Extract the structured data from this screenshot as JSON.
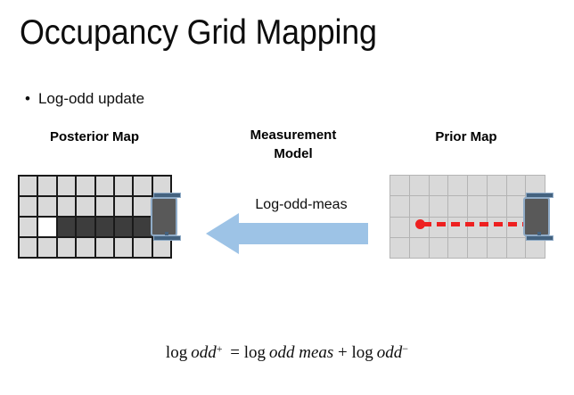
{
  "slide": {
    "title": "Occupancy Grid Mapping",
    "bullet_marker": "•",
    "bullet_text": "Log-odd update"
  },
  "headings": {
    "posterior": "Posterior Map",
    "measurement_line1": "Measurement",
    "measurement_line2": "Model",
    "prior": "Prior Map"
  },
  "arrow": {
    "label": "Log-odd-meas",
    "direction": "left",
    "color": "#9dc3e6"
  },
  "formula": {
    "log1": "log",
    "odd1": "odd",
    "sup1": "+",
    "equals": "=",
    "log2": "log",
    "odd2": "odd meas",
    "plus": "+",
    "log3": "log",
    "odd3": "odd",
    "sup3": "−",
    "plain": "log odd+ = log odd meas + log odd−"
  },
  "posterior_map": {
    "rows": 4,
    "cols": 8,
    "gridline_color": "#1a1a1a",
    "cells": [
      [
        "light",
        "light",
        "light",
        "light",
        "light",
        "light",
        "light",
        "light"
      ],
      [
        "light",
        "light",
        "light",
        "light",
        "light",
        "light",
        "light",
        "light"
      ],
      [
        "light",
        "white",
        "dark",
        "dark",
        "dark",
        "dark",
        "dark",
        "dark"
      ],
      [
        "light",
        "light",
        "light",
        "light",
        "light",
        "light",
        "light",
        "light"
      ]
    ],
    "legend": {
      "light": "#d9d9d9",
      "white": "#ffffff",
      "dark": "#3d3d3d"
    }
  },
  "prior_map": {
    "rows": 4,
    "cols": 8,
    "gridline_color": "#b4b4b4",
    "cells": [
      [
        "light",
        "light",
        "light",
        "light",
        "light",
        "light",
        "light",
        "light"
      ],
      [
        "light",
        "light",
        "light",
        "light",
        "light",
        "light",
        "light",
        "light"
      ],
      [
        "light",
        "light",
        "light",
        "light",
        "light",
        "light",
        "light",
        "light"
      ],
      [
        "light",
        "light",
        "light",
        "light",
        "light",
        "light",
        "light",
        "light"
      ]
    ],
    "ray": {
      "color": "#ee2020",
      "style": "dashed",
      "origin_marker": "dot"
    }
  },
  "vehicle": {
    "body_color": "#595959",
    "outline_color": "#8fabc7",
    "axle_color": "#44627f"
  }
}
